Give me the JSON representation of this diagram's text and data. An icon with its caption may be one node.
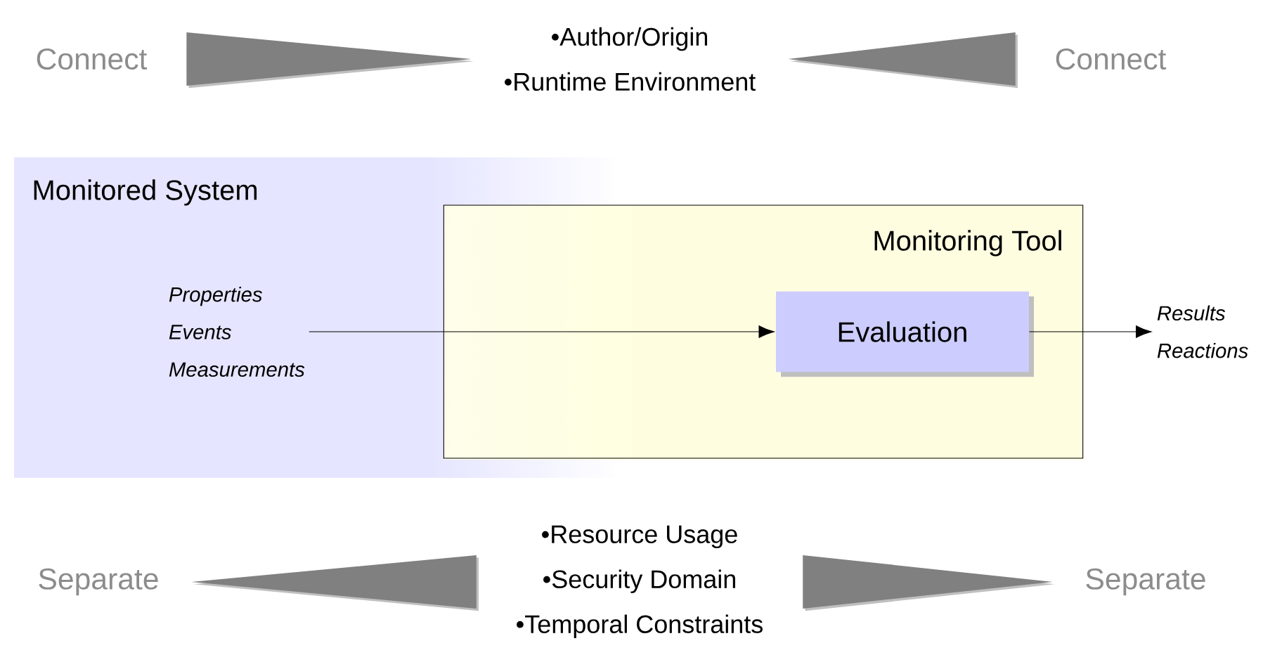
{
  "diagram": {
    "nodes": [
      {
        "text": [
          "Connect"
        ]
      },
      {
        "text": [
          "•Author/Origin",
          "•Runtime Environment"
        ]
      },
      {
        "text": [
          "Connect"
        ]
      },
      {
        "text": [
          "Monitored System"
        ]
      },
      {
        "text": [
          "Monitoring Tool"
        ]
      },
      {
        "text": [
          "Evaluation"
        ],
        "in": 4
      },
      {
        "text": [
          "Properties",
          "Events",
          "Measurements"
        ],
        "in": 3
      },
      {
        "text": [
          "Results",
          "Reactions"
        ]
      },
      {
        "text": [
          "Separate"
        ]
      },
      {
        "text": [
          "•Resource Usage",
          "•Security Domain",
          "•Temporal Constraints"
        ]
      },
      {
        "text": [
          "Separate"
        ]
      }
    ],
    "edges": [
      {
        "from": 0,
        "to": 1,
        "arrow": "to",
        "style": "thick"
      },
      {
        "from": 2,
        "to": 1,
        "arrow": "to",
        "style": "thick"
      },
      {
        "from": 6,
        "to": 5,
        "arrow": "to"
      },
      {
        "from": 5,
        "to": 7,
        "arrow": "to"
      },
      {
        "from": 9,
        "to": 8,
        "arrow": "to",
        "style": "thick"
      },
      {
        "from": 9,
        "to": 10,
        "arrow": "to",
        "style": "thick"
      }
    ]
  }
}
